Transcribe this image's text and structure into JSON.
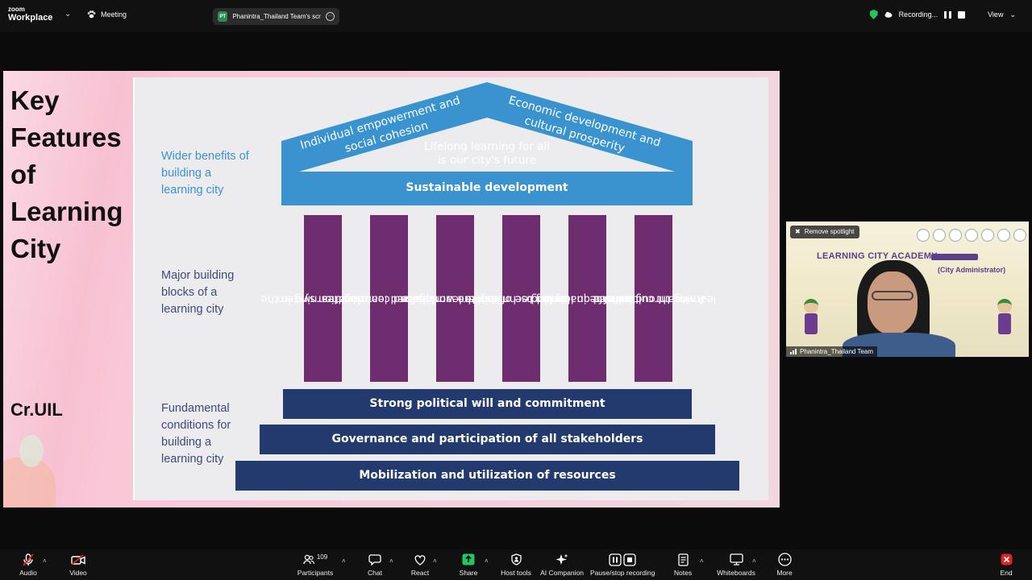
{
  "topbar": {
    "logo_line1": "zoom",
    "logo_line2": "Workplace",
    "meeting_label": "Meeting",
    "share_badge": "PT",
    "share_title": "Phanintra_Thailand Team's scree",
    "recording_label": "Recording...",
    "view_label": "View"
  },
  "slide": {
    "title": "Key Features of Learning City",
    "credit": "Cr.UIL",
    "labels": {
      "top": "Wider benefits of building a learning city",
      "middle": "Major building blocks of a learning city",
      "bottom": "Fundamental conditions for building a learning city"
    },
    "roof_left_line1": "Individual empowerment and",
    "roof_left_line2": "social cohesion",
    "roof_right_line1": "Economic development and",
    "roof_right_line2": "cultural prosperity",
    "roof_center_line1": "Lifelong learning for all",
    "roof_center_line2": "is our city's future",
    "beam": "Sustainable development",
    "pillars": [
      {
        "line1": "Inclusive learning in the",
        "line2": "education system"
      },
      {
        "line1": "Revitalized learning in",
        "line2": "families and communities"
      },
      {
        "line1": "Effective learning for",
        "line2": "and in the workplace"
      },
      {
        "line1": "Extended use of modern",
        "line2": "learning technologies"
      },
      {
        "line1": "Enhanced quality and",
        "line2": "excellence in learning"
      },
      {
        "line1": "A vibrant culture of",
        "line2": "learning throughout life"
      }
    ],
    "steps": [
      "Strong political will and commitment",
      "Governance and participation of all stakeholders",
      "Mobilization and utilization of resources"
    ],
    "colors": {
      "roof": "#3a93cf",
      "pillar": "#6e2d6e",
      "step": "#233a6e"
    }
  },
  "video": {
    "spotlight_button": "Remove spotlight",
    "banner_title": "LEARNING CITY ACADEMY",
    "banner_sub_visible": "(City Administrator)",
    "participant_name": "Phanintra_Thailand Team"
  },
  "toolbar": {
    "audio": "Audio",
    "video": "Video",
    "participants_count": "109",
    "participants": "Participants",
    "chat": "Chat",
    "react": "React",
    "share": "Share",
    "host_tools": "Host tools",
    "ai_companion": "AI Companion",
    "pause_stop_recording": "Pause/stop recording",
    "notes": "Notes",
    "whiteboards": "Whiteboards",
    "more": "More",
    "end": "End"
  }
}
